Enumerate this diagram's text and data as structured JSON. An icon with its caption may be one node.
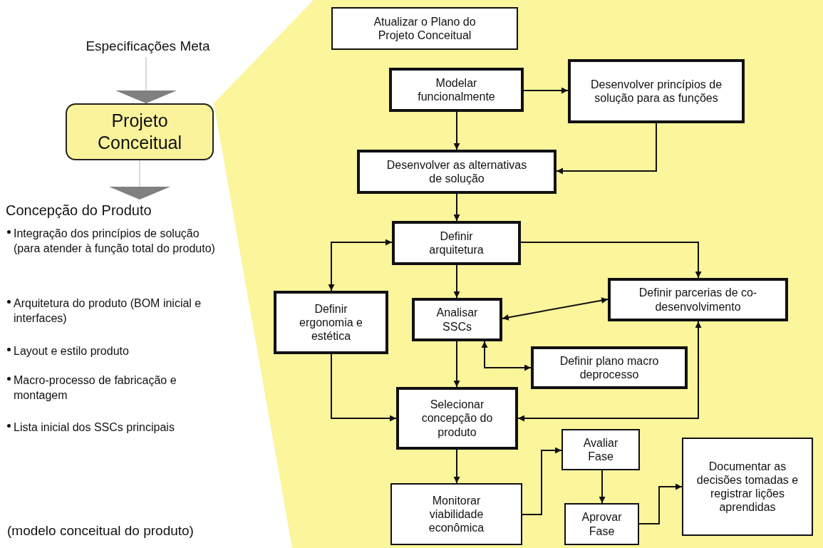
{
  "diagram": {
    "nodes": [
      {
        "text": [
          "Especificações Meta"
        ]
      },
      {
        "text": [
          "Projeto Conceitual"
        ]
      },
      {
        "text": [
          "Concepção do Produto"
        ]
      },
      {
        "text": [
          "Atualizar o Plano do Projeto Conceitual"
        ]
      },
      {
        "text": [
          "Modelar funcionalmente"
        ]
      },
      {
        "text": [
          "Desenvolver princípios de solução para as funções"
        ]
      },
      {
        "text": [
          "Desenvolver as alternativas de solução"
        ]
      },
      {
        "text": [
          "Definir arquitetura"
        ]
      },
      {
        "text": [
          "Definir ergonomia e estética"
        ]
      },
      {
        "text": [
          "Analisar SSCs"
        ]
      },
      {
        "text": [
          "Definir parcerias de co-desenvolvimento"
        ]
      },
      {
        "text": [
          "Definir plano macro deprocesso"
        ]
      },
      {
        "text": [
          "Selecionar concepção do produto"
        ]
      },
      {
        "text": [
          "Avaliar Fase"
        ]
      },
      {
        "text": [
          "Monitorar viabilidade econômica"
        ]
      },
      {
        "text": [
          "Aprovar Fase"
        ]
      },
      {
        "text": [
          "Documentar as decisões tomadas e registrar lições aprendidas"
        ]
      }
    ],
    "edges": [
      {
        "from": 0,
        "to": 1,
        "arrow": "to",
        "color": "#808080"
      },
      {
        "from": 1,
        "to": 2,
        "arrow": "to",
        "color": "#808080"
      },
      {
        "from": 4,
        "to": 5,
        "arrow": "to"
      },
      {
        "from": 4,
        "to": 6,
        "arrow": "to"
      },
      {
        "from": 5,
        "to": 6,
        "arrow": "to"
      },
      {
        "from": 6,
        "to": 7,
        "arrow": "to"
      },
      {
        "from": 7,
        "to": 8,
        "arrow": "both"
      },
      {
        "from": 7,
        "to": 9,
        "arrow": "to"
      },
      {
        "from": 7,
        "to": 10,
        "arrow": "to"
      },
      {
        "from": 9,
        "to": 10,
        "arrow": "both"
      },
      {
        "from": 9,
        "to": 11,
        "arrow": "both"
      },
      {
        "from": 9,
        "to": 12,
        "arrow": "to"
      },
      {
        "from": 8,
        "to": 12,
        "arrow": "to"
      },
      {
        "from": 10,
        "to": 12,
        "arrow": "both"
      },
      {
        "from": 12,
        "to": 14,
        "arrow": "to"
      },
      {
        "from": 14,
        "to": 13,
        "arrow": "to"
      },
      {
        "from": 13,
        "to": 15,
        "arrow": "to"
      },
      {
        "from": 15,
        "to": 16,
        "arrow": "to"
      }
    ],
    "labels": [
      "Integração dos princípios de solução (para atender à função total do produto)",
      "Arquitetura do produto (BOM inicial e interfaces)",
      "Layout e estilo produto",
      "Macro-processo de fabricação e montagem",
      "Lista inicial dos SSCs principais",
      "(modelo conceitual do produto)"
    ]
  }
}
